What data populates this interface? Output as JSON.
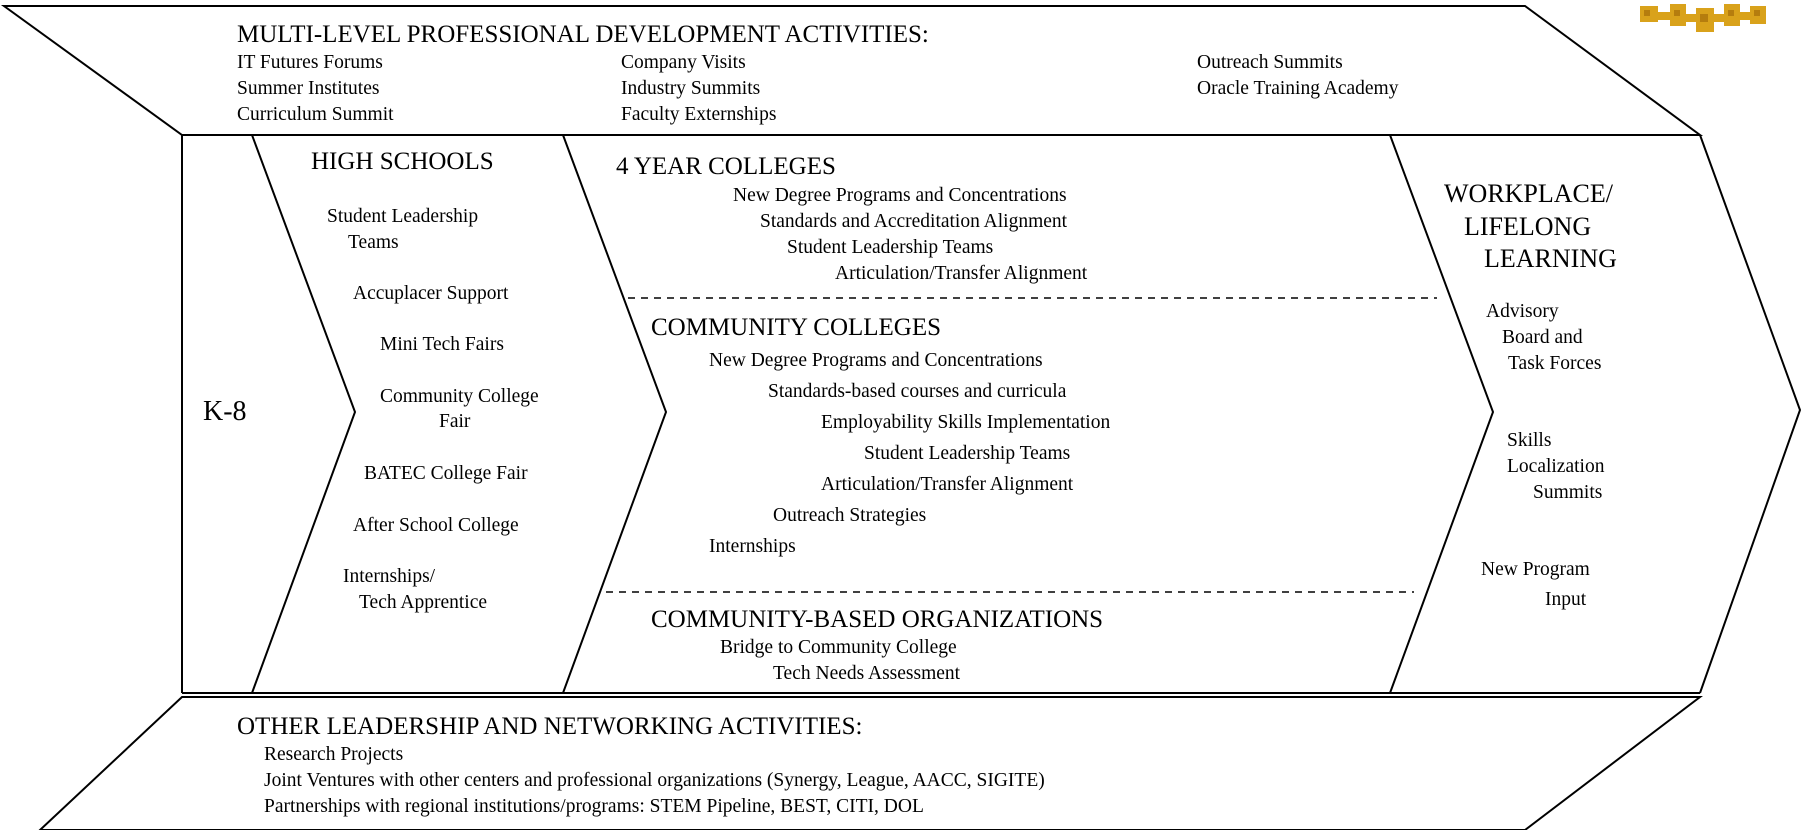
{
  "top_band": {
    "title": "MULTI-LEVEL PROFESSIONAL DEVELOPMENT ACTIVITIES:",
    "col1": [
      "IT Futures Forums",
      "Summer Institutes",
      "Curriculum Summit"
    ],
    "col2": [
      "Company Visits",
      "Industry Summits",
      "Faculty Externships"
    ],
    "col3": [
      "Outreach Summits",
      "Oracle Training Academy"
    ]
  },
  "k8": {
    "label": "K-8"
  },
  "high_schools": {
    "title": "HIGH SCHOOLS",
    "items": [
      "Student Leadership",
      "Teams",
      "Accuplacer Support",
      "Mini Tech Fairs",
      "Community College",
      "Fair",
      "BATEC College Fair",
      "After School College",
      "Internships/",
      "Tech Apprentice"
    ]
  },
  "four_year": {
    "title": "4 YEAR COLLEGES",
    "items": [
      "New Degree Programs and Concentrations",
      "Standards and Accreditation Alignment",
      "Student Leadership Teams",
      "Articulation/Transfer Alignment"
    ]
  },
  "community_colleges": {
    "title": "COMMUNITY COLLEGES",
    "items": [
      "New Degree Programs and Concentrations",
      "Standards-based courses and curricula",
      "Employability Skills Implementation",
      "Student Leadership Teams",
      "Articulation/Transfer Alignment",
      "Outreach Strategies",
      "Internships"
    ]
  },
  "cbo": {
    "title": "COMMUNITY-BASED ORGANIZATIONS",
    "items": [
      "Bridge to Community College",
      "Tech Needs Assessment"
    ]
  },
  "workplace": {
    "title": [
      "WORKPLACE/",
      "LIFELONG",
      "LEARNING"
    ],
    "items": [
      "Advisory",
      "Board and",
      "Task Forces",
      "Skills",
      "Localization",
      "Summits",
      "New Program",
      "Input"
    ]
  },
  "bottom_band": {
    "title": "OTHER LEADERSHIP AND NETWORKING ACTIVITIES:",
    "items": [
      "Research Projects",
      "Joint Ventures with other centers and professional organizations (Synergy, League, AACC, SIGITE)",
      "Partnerships with regional institutions/programs: STEM Pipeline, BEST, CITI, DOL"
    ]
  },
  "colors": {
    "stroke": "#000000",
    "logo": "#d9a21b",
    "background": "#ffffff"
  }
}
